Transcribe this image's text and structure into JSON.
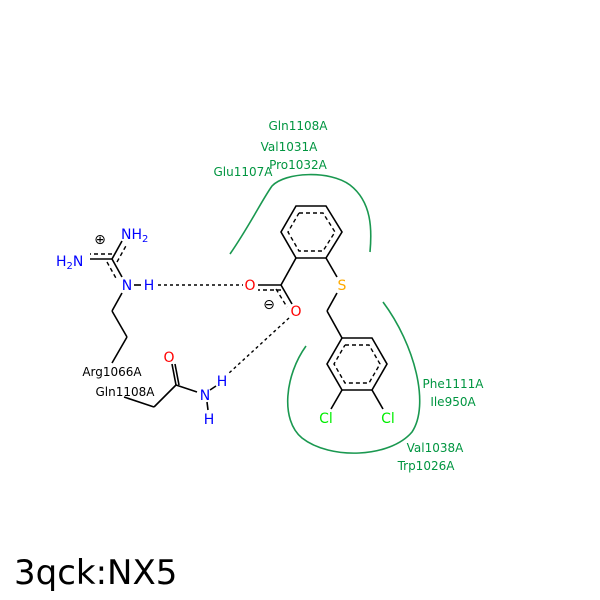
{
  "title": "3qck:NX5",
  "colors": {
    "hydrophobic": "#009540",
    "nitrogen": "#0000ff",
    "oxygen": "#ff0000",
    "sulfur": "#ffaa00",
    "chlorine": "#00ee00",
    "bond": "#000000"
  },
  "residues_hydrophobic": {
    "top": [
      "Gln1108A",
      "Val1031A",
      "Pro1032A",
      "Glu1107A"
    ],
    "bottom": [
      "Phe1111A",
      "Ile950A",
      "Val1038A",
      "Trp1026A"
    ]
  },
  "residues_hbond": [
    "Arg1066A",
    "Gln1108A"
  ],
  "atoms": {
    "nh2_top": "NH",
    "nh2_sub": "2",
    "h2n_left_h": "H",
    "h2n_left_sub": "2",
    "h2n_left_n": "N",
    "arg_n": "N",
    "arg_h": "H",
    "gln_o": "O",
    "gln_n": "N",
    "gln_h1": "H",
    "gln_h2": "H",
    "o1": "O",
    "o2": "O",
    "s": "S",
    "cl1": "Cl",
    "cl2": "Cl",
    "plus": "⊕",
    "minus": "⊖"
  }
}
